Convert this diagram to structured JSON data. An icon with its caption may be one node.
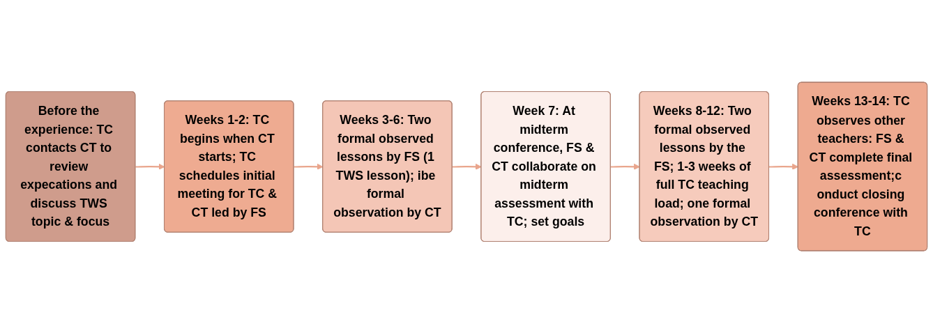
{
  "diagram": {
    "nodes": [
      {
        "text": [
          "Before the experience: TC contacts CT to review expecations and discuss TWS topic & focus"
        ]
      },
      {
        "text": [
          "Weeks 1-2: TC begins when CT starts; TC schedules initial meeting for TC & CT led by FS"
        ]
      },
      {
        "text": [
          "Weeks 3-6: Two formal observed lessons by FS (1 TWS lesson); ibe formal observation by CT"
        ]
      },
      {
        "text": [
          "Week 7: At midterm conference, FS & CT collaborate on midterm assessment with TC; set goals"
        ]
      },
      {
        "text": [
          "Weeks 8-12: Two formal observed lessons by the FS; 1-3 weeks of full TC teaching load; one formal observation by CT"
        ]
      },
      {
        "text": [
          "Weeks 13-14: TC observes other teachers: FS & CT complete final assessment;c onduct closing conference with TC"
        ]
      }
    ],
    "edges": [
      {
        "from": 0,
        "to": 1,
        "arrow": "to"
      },
      {
        "from": 1,
        "to": 2,
        "arrow": "to"
      },
      {
        "from": 2,
        "to": 3,
        "arrow": "to"
      },
      {
        "from": 3,
        "to": 4,
        "arrow": "to"
      },
      {
        "from": 4,
        "to": 5,
        "arrow": "to"
      }
    ]
  }
}
